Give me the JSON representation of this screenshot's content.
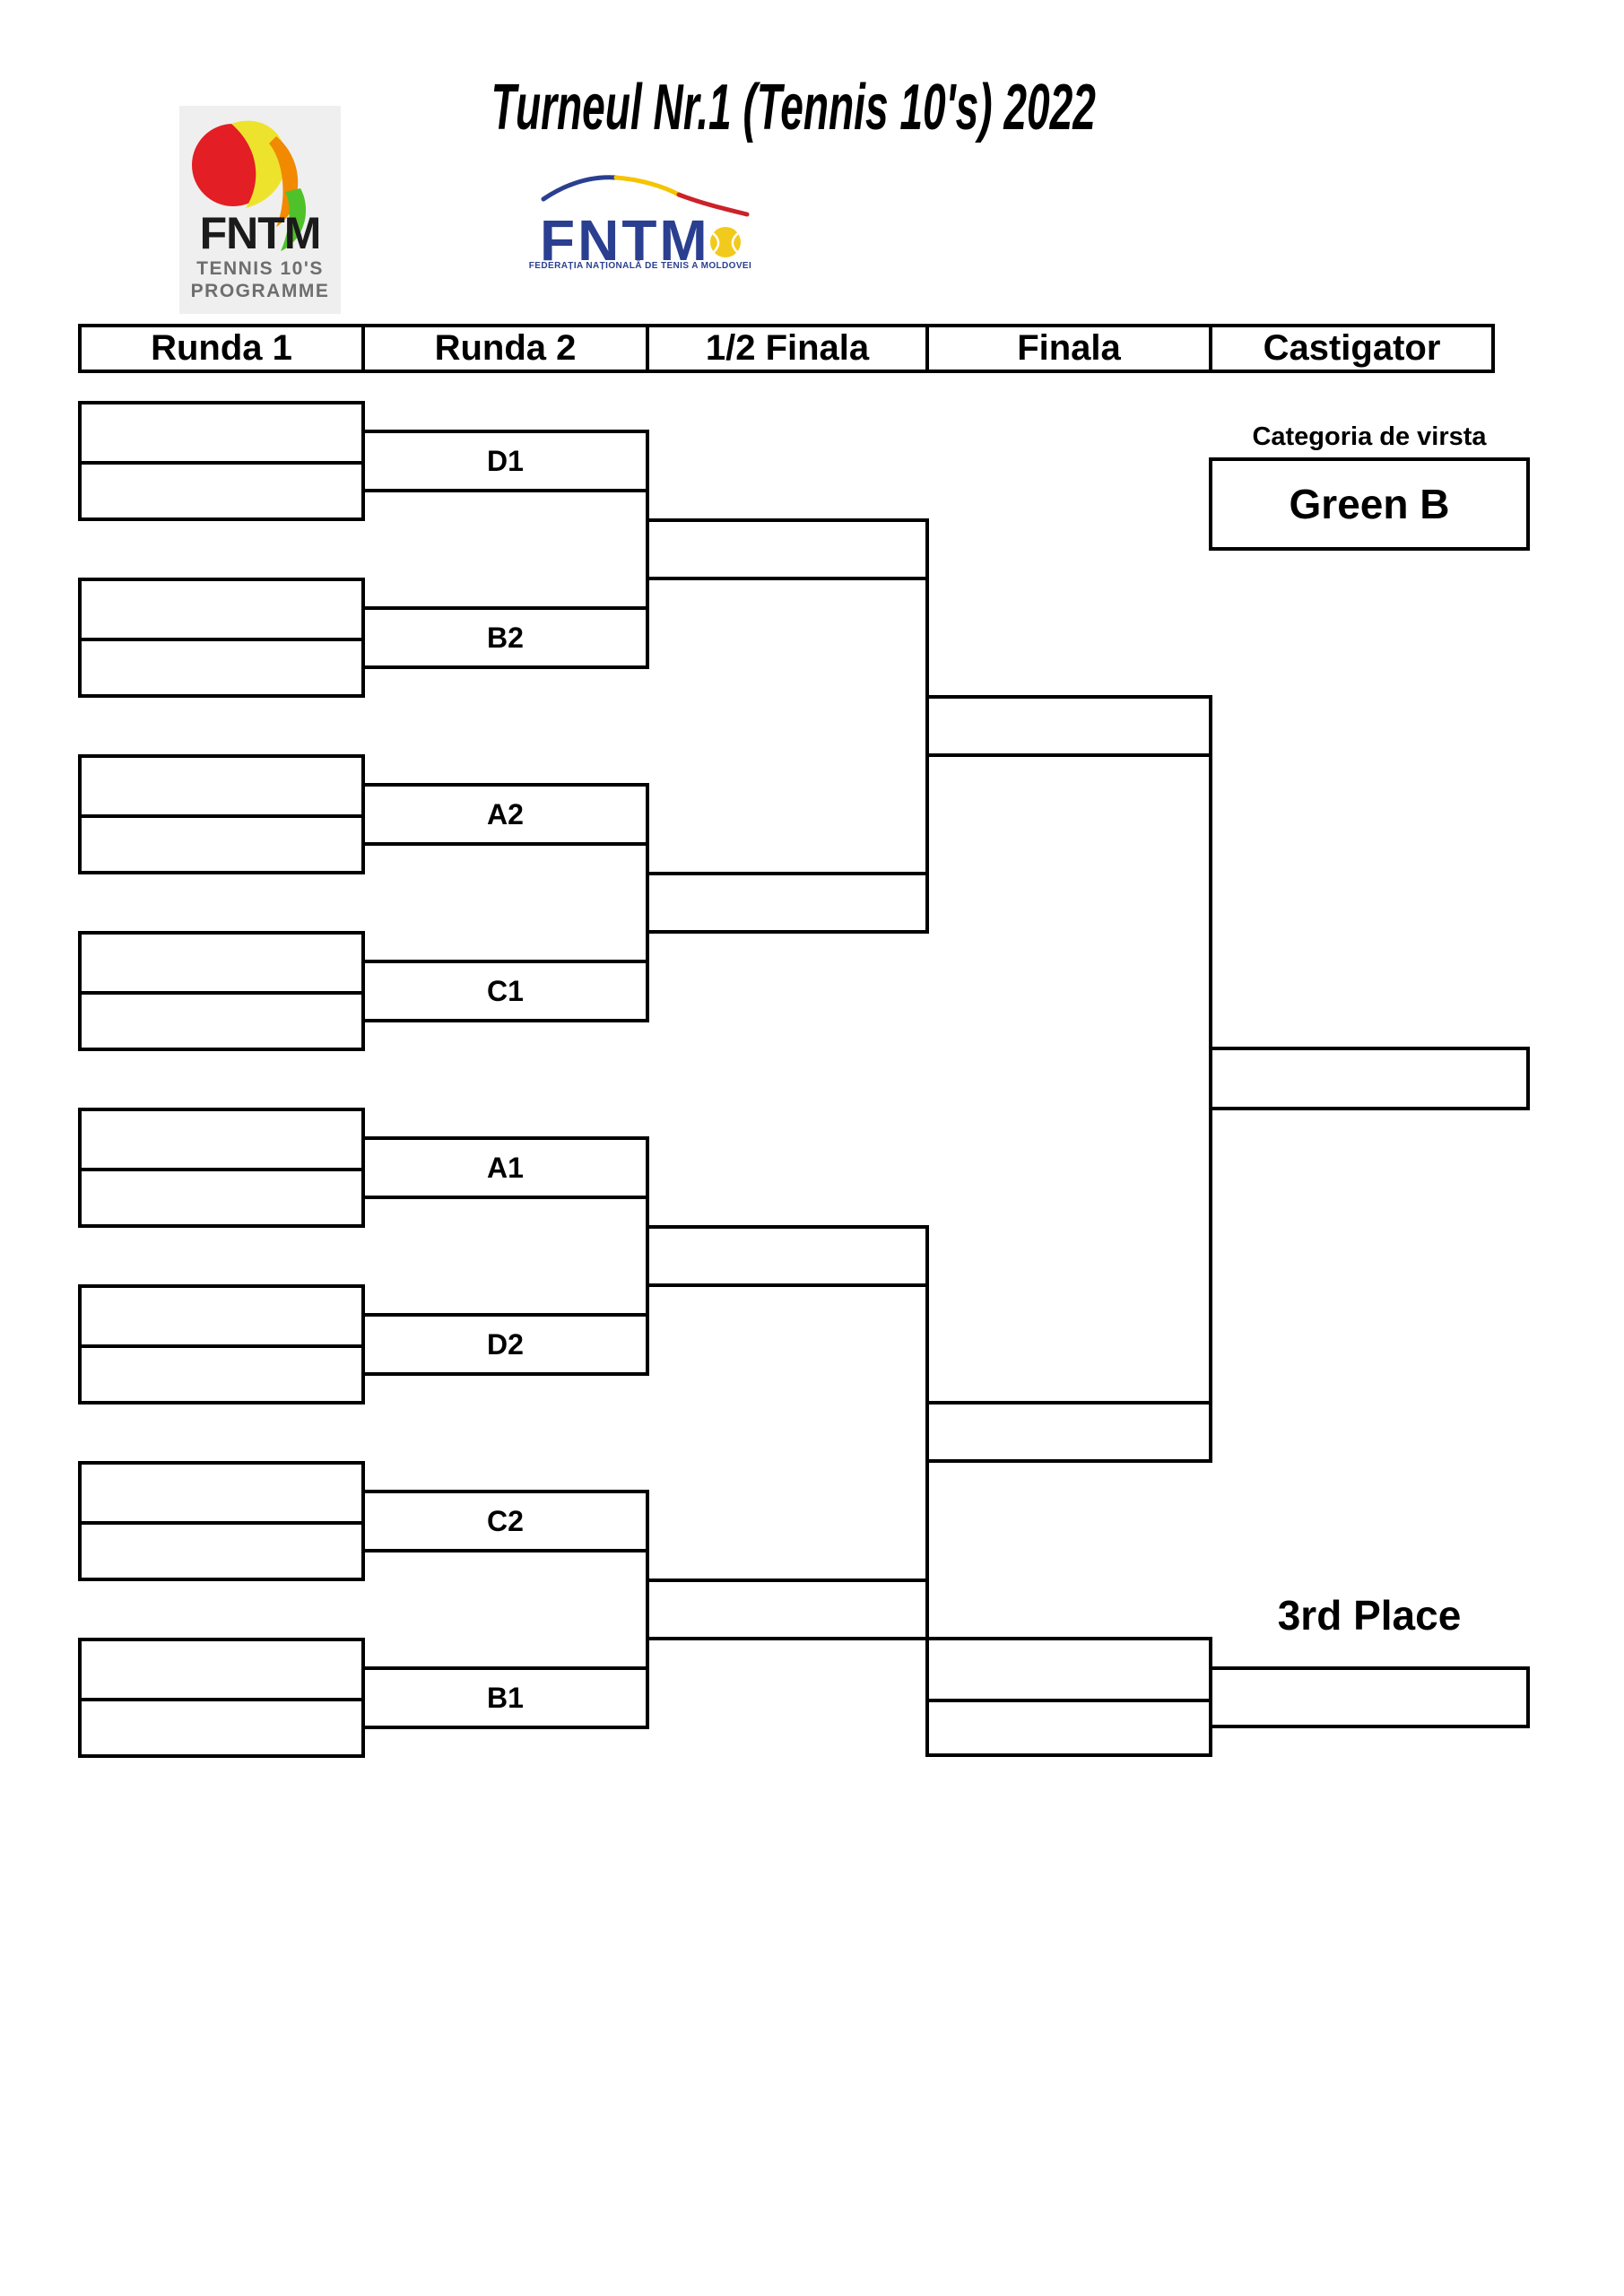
{
  "title": "Turneul Nr.1 (Tennis 10's) 2022",
  "header": {
    "columns": [
      "Runda 1",
      "Runda 2",
      "1/2 Finala",
      "Finala",
      "Castigator"
    ]
  },
  "category": {
    "label": "Categoria de virsta",
    "value": "Green B"
  },
  "third_place": {
    "label": "3rd Place"
  },
  "bracket": {
    "round2_labels": [
      "D1",
      "B2",
      "A2",
      "C1",
      "A1",
      "D2",
      "C2",
      "B1"
    ]
  },
  "logos": {
    "left": {
      "title": "FNTM",
      "subtitle1": "TENNIS 10'S",
      "subtitle2": "PROGRAMME"
    },
    "right": {
      "title": "FNTM",
      "subtitle": "FEDERAȚIA NAȚIONALĂ DE TENIS A MOLDOVEI"
    }
  },
  "colors": {
    "line": "#000000",
    "left_logo_red": "#E31E24",
    "left_logo_yellow": "#EDE32C",
    "left_logo_orange": "#F18A00",
    "left_logo_green": "#4FC12B",
    "left_logo_bg": "#EFEFEF",
    "left_logo_text_gray": "#6E6E6E",
    "fntm_blue": "#2A3F90",
    "arc_yellow": "#F5C400",
    "arc_red": "#CC2229",
    "ball_yellow": "#F2CA1D"
  }
}
